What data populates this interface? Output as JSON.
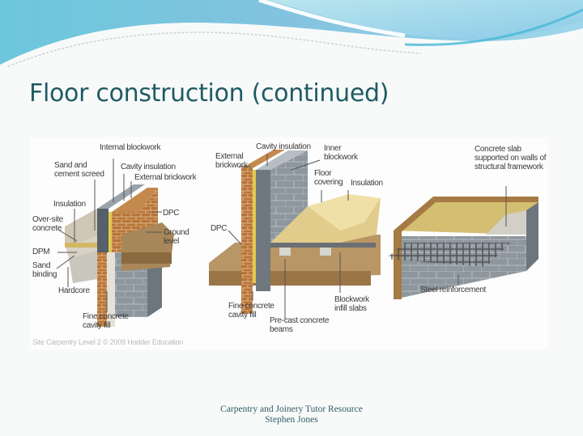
{
  "slide": {
    "title": "Floor construction (continued)",
    "footer": {
      "line1": "Carpentry and Joinery Tutor Resource",
      "line2": "Stephen Jones"
    },
    "colors": {
      "title": "#1f5a63",
      "footer": "#2f5b66",
      "wave_dark": "#5bb8d6",
      "wave_light": "#a9dce8",
      "background": "#f8fafa"
    }
  },
  "figure": {
    "copyright": "Site Carpentry Level 2 © 2009 Hodder Education",
    "diagrams": [
      {
        "name": "solid-ground-floor",
        "labels": {
          "internal_blockwork": "Internal blockwork",
          "sand_cement_screed": "Sand and cement screed",
          "cavity_insulation": "Cavity insulation",
          "external_brickwork": "External brickwork",
          "insulation": "Insulation",
          "dpc": "DPC",
          "oversite_concrete": "Over-site concrete",
          "ground_level": "Ground level",
          "dpm": "DPM",
          "sand_binding": "Sand binding",
          "hardcore": "Hardcore",
          "fine_concrete_cavity_fill": "Fine concrete cavity fill"
        }
      },
      {
        "name": "beam-and-block-floor",
        "labels": {
          "cavity_insulation": "Cavity insulation",
          "inner_blockwork": "Inner blockwork",
          "external_brickwork": "External brickwork",
          "floor_covering": "Floor covering",
          "insulation": "Insulation",
          "dpc": "DPC",
          "fine_concrete_cavity_fill": "Fine concrete cavity fill",
          "blockwork_infill_slabs": "Blockwork infill slabs",
          "precast_concrete_beams": "Pre-cast concrete beams"
        }
      },
      {
        "name": "suspended-concrete-slab",
        "labels": {
          "concrete_slab": "Concrete slab supported on walls of structural framework",
          "steel_reinforcement": "Steel reinforcement"
        }
      }
    ]
  }
}
